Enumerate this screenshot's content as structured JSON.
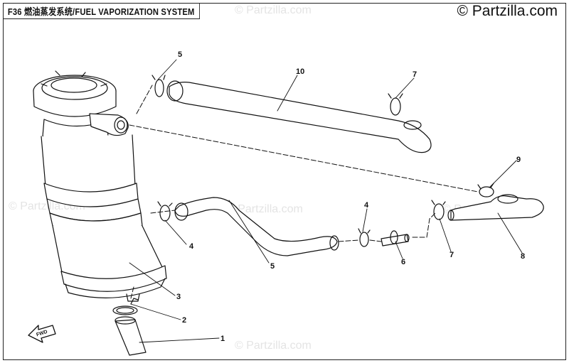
{
  "header": {
    "title": "F36 燃油蒸发系统/FUEL VAPORIZATION SYSTEM",
    "watermark": "© Partzilla.com"
  },
  "watermarks": [
    "© Partzilla.com",
    "© Partzilla.com",
    "© Partzilla.com",
    "© Partzilla.com",
    "© Partzilla.com"
  ],
  "callouts": {
    "c1": "1",
    "c2": "2",
    "c3": "3",
    "c4a": "4",
    "c4b": "4",
    "c5a": "5",
    "c5b": "5",
    "c6": "6",
    "c7a": "7",
    "c7b": "7",
    "c8": "8",
    "c9": "9",
    "c10": "10"
  },
  "fwd_label": "FWD"
}
